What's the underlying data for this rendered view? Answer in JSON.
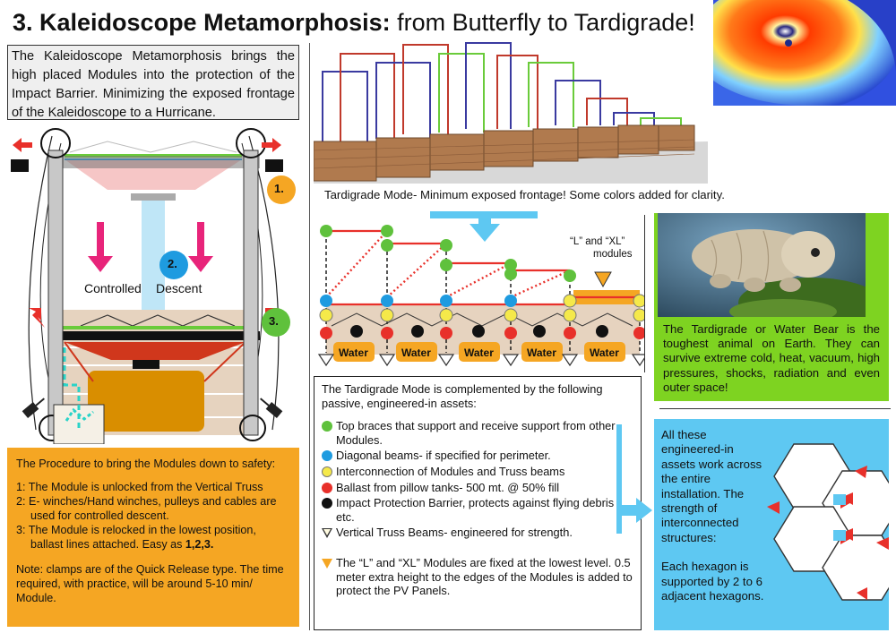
{
  "title": {
    "bold": "3. Kaleidoscope Metamorphosis:",
    "rest": " from Butterfly to Tardigrade!"
  },
  "intro": "The Kaleidoscope Metamorphosis brings the high placed Modules into the protection of the Impact Barrier. Minimizing the exposed frontage of the Kaleidoscope to a Hurricane.",
  "descent_diagram": {
    "step1": "1.",
    "step2": "2.",
    "step3": "3.",
    "label_left": "Controlled",
    "label_right": "Descent"
  },
  "procedure": {
    "intro": "The Procedure to bring the Modules down to safety:",
    "steps": [
      "1: The Module is unlocked from the Vertical Truss",
      "2: E- winches/Hand winches, pulleys and cables are used for controlled descent.",
      "3: The Module is relocked in the lowest position, ballast lines attached. Easy as "
    ],
    "easy_bold": "1,2,3.",
    "note": "Note: clamps are of the Quick Release type. The time required, with practice, will be around 5-10 min/ Module."
  },
  "tardigrade_caption": "Tardigrade Mode- Minimum exposed frontage! Some colors added for clarity.",
  "module_diagram": {
    "l_xl_label_1": "“L” and “XL”",
    "l_xl_label_2": "modules",
    "water_labels": [
      "Water",
      "Water",
      "Water",
      "Water",
      "Water"
    ]
  },
  "assets": {
    "intro": "The Tardigrade Mode is complemented by the following passive, engineered-in assets:",
    "items": [
      {
        "text": "Top braces that support and receive support from other Modules.",
        "color": "#5fc13c"
      },
      {
        "text": "Diagonal beams- if specified for perimeter.",
        "color": "#1e9be0"
      },
      {
        "text": "Interconnection of Modules and Truss beams",
        "color": "#f5e94a"
      },
      {
        "text": "Ballast from pillow tanks- 500 mt. @ 50% fill",
        "color": "#e8302a"
      },
      {
        "text": "Impact Protection Barrier, protects against flying debris etc.",
        "color": "#111111"
      }
    ],
    "truss_text": "Vertical Truss Beams- engineered for strength.",
    "lxl_text": "The “L” and “XL” Modules are fixed at the lowest level. 0.5 meter extra height to the edges of the Modules is added to protect the PV Panels."
  },
  "tardigrade_info": "The Tardigrade or Water Bear is the toughest animal on Earth. They can survive extreme cold, heat, vacuum, high pressures, shocks, radiation and even outer space!",
  "engineered_text": {
    "p1": "All these engineered-in assets work across the entire installation. The strength of interconnected structures:",
    "p2": "Each hexagon is supported by 2 to 6 adjacent hexagons."
  },
  "colors": {
    "orange": "#f5a623",
    "green": "#7ed321",
    "blue": "#5ec8f2",
    "red": "#e8302a",
    "pink": "#e8247a"
  }
}
